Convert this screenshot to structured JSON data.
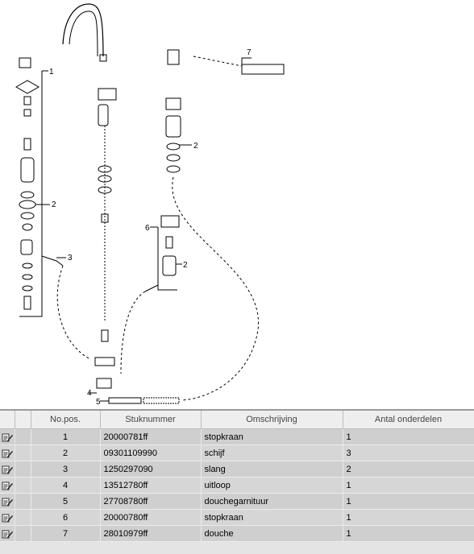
{
  "callouts": [
    "1",
    "2",
    "3",
    "4",
    "5",
    "6",
    "7",
    "2",
    "2"
  ],
  "table": {
    "headers": [
      "",
      "",
      "No.pos.",
      "Stuknummer",
      "Omschrijving",
      "Antal onderdelen"
    ],
    "rows": [
      {
        "pos": "1",
        "part": "20000781ff",
        "desc": "stopkraan",
        "qty": "1"
      },
      {
        "pos": "2",
        "part": "09301109990",
        "desc": "schijf",
        "qty": "3"
      },
      {
        "pos": "3",
        "part": "1250297090",
        "desc": "slang",
        "qty": "2"
      },
      {
        "pos": "4",
        "part": "13512780ff",
        "desc": "uitloop",
        "qty": "1"
      },
      {
        "pos": "5",
        "part": "27708780ff",
        "desc": "douchegarnituur",
        "qty": "1"
      },
      {
        "pos": "6",
        "part": "20000780ff",
        "desc": "stopkraan",
        "qty": "1"
      },
      {
        "pos": "7",
        "part": "28010979ff",
        "desc": "douche",
        "qty": "1"
      }
    ]
  },
  "icons": {
    "row_icon": "edit-note-icon"
  },
  "colors": {
    "header_bg": "#eeeeee",
    "row_bg": "#cfcfcf",
    "border": "#9a9a9a"
  }
}
